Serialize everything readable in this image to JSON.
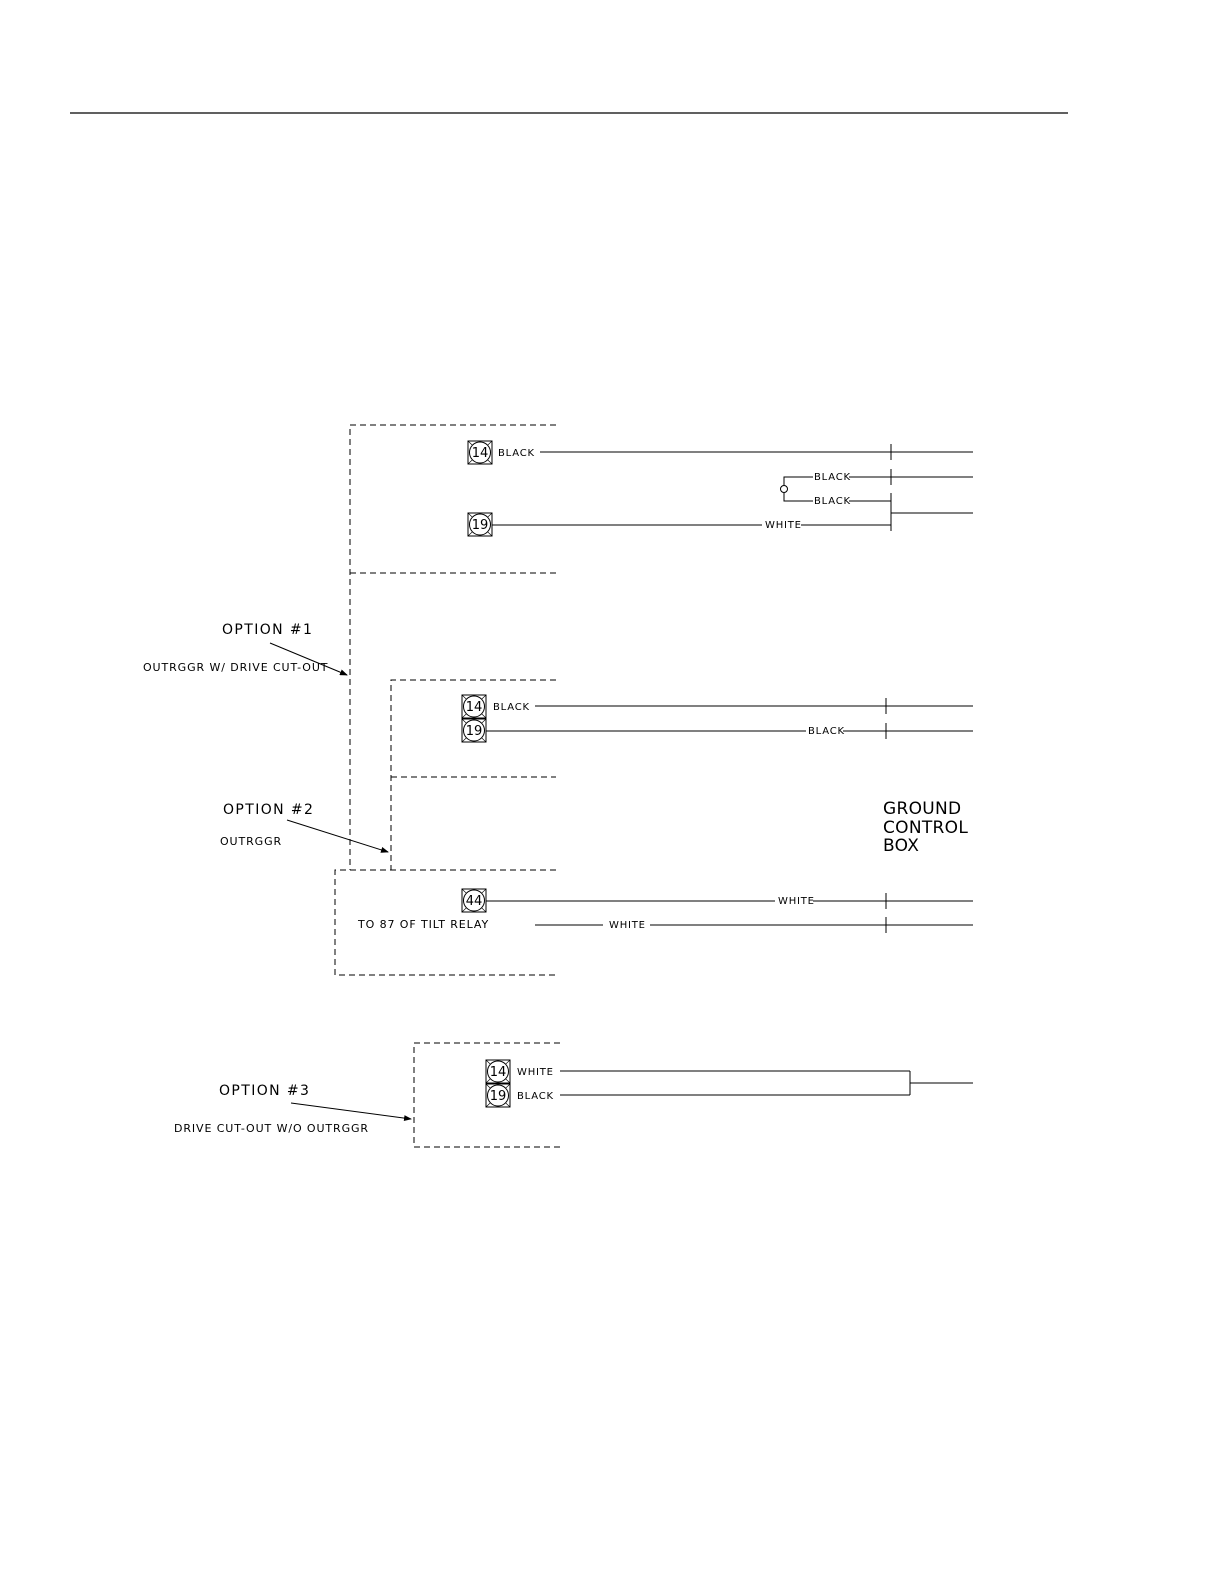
{
  "groups": {
    "option1": {
      "title": "OPTION #1",
      "note": "OUTRGGR W/ DRIVE CUT-OUT",
      "terminal_a": "14",
      "terminal_b": "19",
      "wire_a": "BLACK",
      "wire_b": "BLACK",
      "wire_c": "BLACK",
      "wire_d": "WHITE"
    },
    "option2": {
      "title": "OPTION #2",
      "note": "OUTRGGR",
      "terminal_a": "14",
      "terminal_b": "19",
      "wire_a": "BLACK",
      "wire_b": "BLACK"
    },
    "tilt": {
      "terminal": "44",
      "note": "TO 87 OF TILT RELAY",
      "wire_a": "WHITE",
      "wire_b": "WHITE"
    },
    "option3": {
      "title": "OPTION #3",
      "note": "DRIVE CUT-OUT W/O OUTRGGR",
      "terminal_a": "14",
      "terminal_b": "19",
      "wire_a": "WHITE",
      "wire_b": "BLACK"
    }
  },
  "ground_control_box": [
    "GROUND",
    "CONTROL",
    "BOX"
  ]
}
